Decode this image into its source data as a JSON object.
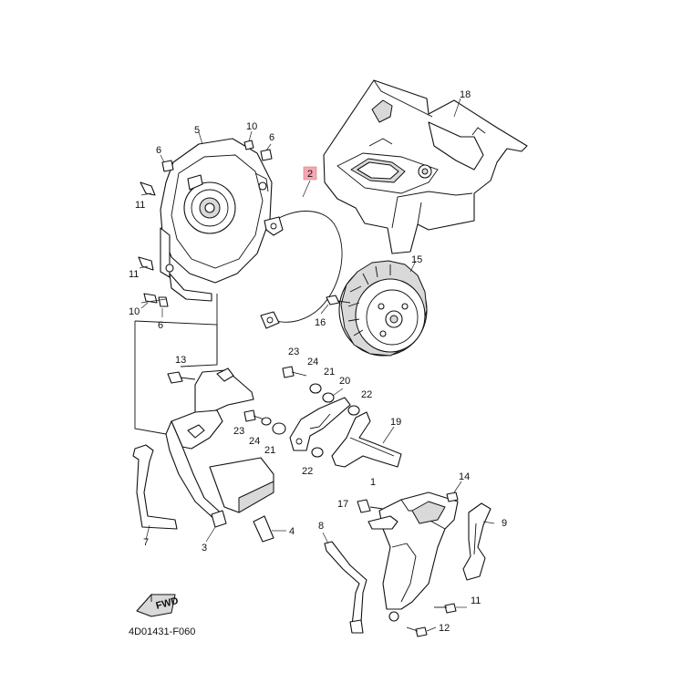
{
  "diagram_code": "4D01431-F060",
  "fwd_badge": "FWD",
  "highlight_color": "#f4a7b2",
  "callouts": [
    {
      "id": "c18",
      "text": "18"
    },
    {
      "id": "c2",
      "text": "2",
      "highlighted": true
    },
    {
      "id": "c5",
      "text": "5"
    },
    {
      "id": "c10a",
      "text": "10"
    },
    {
      "id": "c6a",
      "text": "6"
    },
    {
      "id": "c6b",
      "text": "6"
    },
    {
      "id": "c11a",
      "text": "11"
    },
    {
      "id": "c11b",
      "text": "11"
    },
    {
      "id": "c10b",
      "text": "10"
    },
    {
      "id": "c6c",
      "text": "6"
    },
    {
      "id": "c15",
      "text": "15"
    },
    {
      "id": "c16",
      "text": "16"
    },
    {
      "id": "c13",
      "text": "13"
    },
    {
      "id": "c23a",
      "text": "23"
    },
    {
      "id": "c24a",
      "text": "24"
    },
    {
      "id": "c21a",
      "text": "21"
    },
    {
      "id": "c20",
      "text": "20"
    },
    {
      "id": "c22a",
      "text": "22"
    },
    {
      "id": "c23b",
      "text": "23"
    },
    {
      "id": "c24b",
      "text": "24"
    },
    {
      "id": "c21b",
      "text": "21"
    },
    {
      "id": "c22b",
      "text": "22"
    },
    {
      "id": "c19",
      "text": "19"
    },
    {
      "id": "c1",
      "text": "1"
    },
    {
      "id": "c14",
      "text": "14"
    },
    {
      "id": "c17",
      "text": "17"
    },
    {
      "id": "c9",
      "text": "9"
    },
    {
      "id": "c8",
      "text": "8"
    },
    {
      "id": "c7",
      "text": "7"
    },
    {
      "id": "c3",
      "text": "3"
    },
    {
      "id": "c4",
      "text": "4"
    },
    {
      "id": "c11c",
      "text": "11"
    },
    {
      "id": "c12",
      "text": "12"
    }
  ]
}
